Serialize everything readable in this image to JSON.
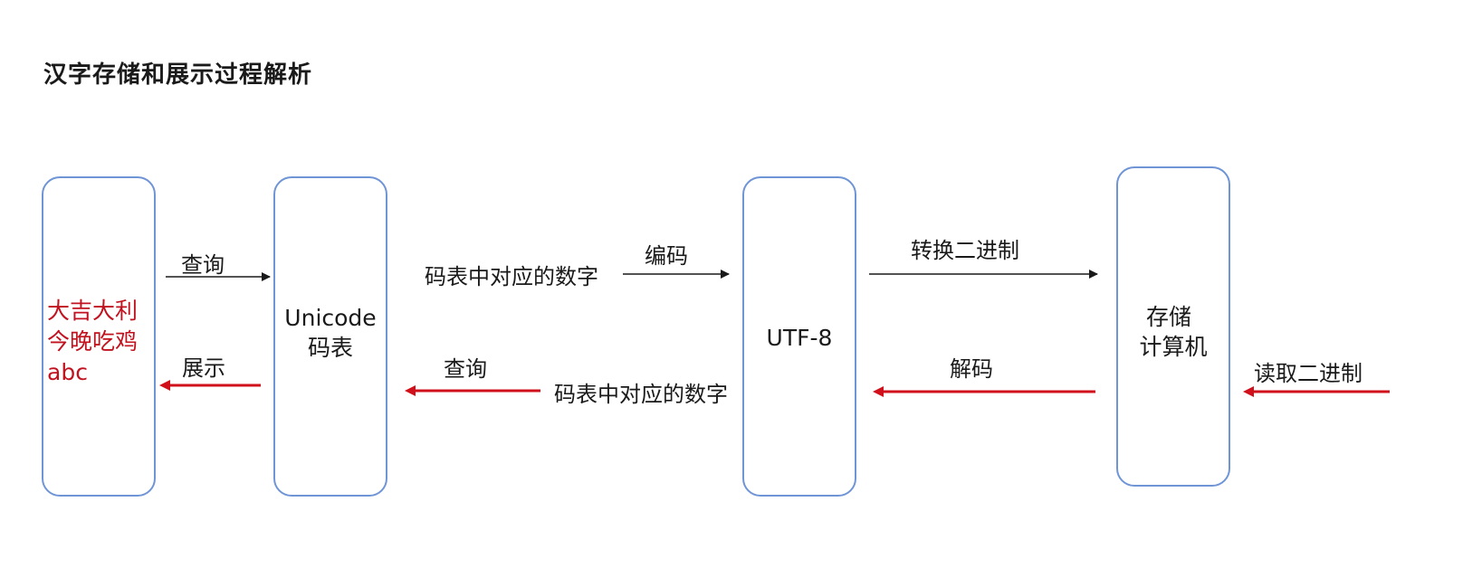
{
  "title": "汉字存储和展示过程解析",
  "boxes": {
    "display": {
      "lines": [
        "大吉大利",
        "今晚吃鸡",
        "abc"
      ]
    },
    "unicode": {
      "lines": [
        "Unicode",
        "码表"
      ]
    },
    "utf8": {
      "lines": [
        "UTF-8"
      ]
    },
    "storage": {
      "lines": [
        "存储",
        "计算机"
      ]
    }
  },
  "labels": {
    "query_forward": "查询",
    "code_number_forward": "码表中对应的数字",
    "encode": "编码",
    "to_binary": "转换二进制",
    "show": "展示",
    "query_back": "查询",
    "code_number_back": "码表中对应的数字",
    "decode": "解码",
    "read_binary": "读取二进制"
  },
  "colors": {
    "box_border": "#6f95d6",
    "forward_arrow": "#1a1a1a",
    "backward_arrow": "#d0101a",
    "highlight_text": "#c1121f"
  }
}
